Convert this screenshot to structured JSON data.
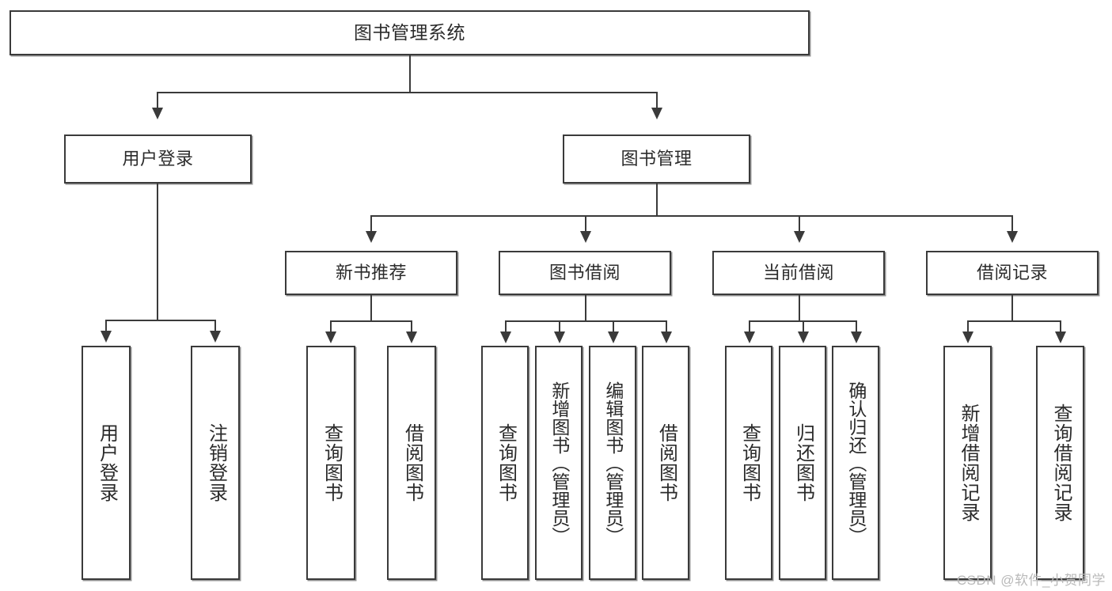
{
  "diagram": {
    "title": "图书管理系统",
    "watermark": "CSDN @软件_小贺同学",
    "type": "tree",
    "levels": 4,
    "colors": {
      "stroke": "#3a3a3a",
      "fill": "#ffffff",
      "text": "#2b2b2b",
      "watermark": "#b9b9b9"
    },
    "nodes": {
      "root": {
        "label": "图书管理系统"
      },
      "level2": [
        {
          "label": "用户登录"
        },
        {
          "label": "图书管理"
        }
      ],
      "level3": [
        {
          "label": "新书推荐"
        },
        {
          "label": "图书借阅"
        },
        {
          "label": "当前借阅"
        },
        {
          "label": "借阅记录"
        }
      ],
      "leaves_user_login": [
        {
          "label": "用户登录"
        },
        {
          "label": "注销登录"
        }
      ],
      "leaves_new_book": [
        {
          "label": "查询图书"
        },
        {
          "label": "借阅图书"
        }
      ],
      "leaves_borrow": [
        {
          "label": "查询图书"
        },
        {
          "label": "新增图书（管理员）"
        },
        {
          "label": "编辑图书（管理员）"
        },
        {
          "label": "借阅图书"
        }
      ],
      "leaves_current": [
        {
          "label": "查询图书"
        },
        {
          "label": "归还图书"
        },
        {
          "label": "确认归还（管理员）"
        }
      ],
      "leaves_records": [
        {
          "label": "新增借阅记录"
        },
        {
          "label": "查询借阅记录"
        }
      ]
    }
  }
}
